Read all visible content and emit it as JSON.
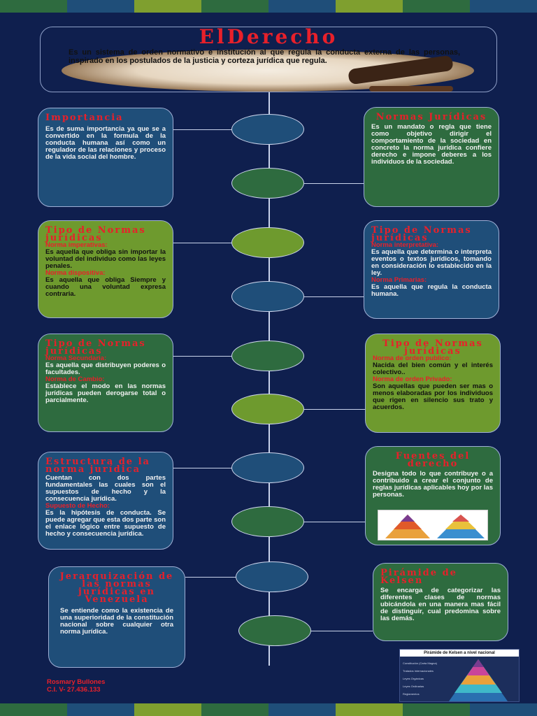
{
  "colors": {
    "background": "#0f1f4e",
    "accent_red": "#e8202a",
    "blue": "#1f4e79",
    "green": "#2e6b3f",
    "lime": "#6e9a2e"
  },
  "stripes": [
    "#2e6b3f",
    "#1f4e79",
    "#7f9f2f",
    "#2e6b3f",
    "#1f4e79",
    "#7f9f2f",
    "#2e6b3f",
    "#1f4e79"
  ],
  "header": {
    "title": "ElDerecho",
    "text": "Es un sistema de orden normativo e institución al que regula la conducta externa de las personas, inspirado en los postulados de la justicia y corteza jurídica que regula."
  },
  "cards": {
    "importancia": {
      "title": "Importancia",
      "text": "Es de suma importancia ya que se a convertido en la formula de la conducta humana así como un regulador de las relaciones y proceso de la vida social del hombre."
    },
    "normas": {
      "title": "Normas Jurídicas",
      "text": "Es un mandato o regla que tiene como objetivo dirigir el comportamiento de la sociedad en concreto la norma jurídica confiere derecho e impone deberes a los individuos de la sociedad."
    },
    "tipo1": {
      "title": "Tipo de Normas jurídicas",
      "sub1": "Norma imperativas:",
      "text1": "Es aquella que obliga sin importar la voluntad del individuo como las leyes penales.",
      "sub2": "Norma dispositiva:",
      "text2": "Es aquella que obliga Siempre y cuando una voluntad expresa contraria."
    },
    "tipo2": {
      "title": "Tipo de Normas jurídicas",
      "sub1": "Norma interpretativa:",
      "text1": "Es aquella que determina o interpreta eventos o textos jurídicos, tomando en consideración lo establecido en la ley.",
      "sub2": "Norma Primarias:",
      "text2": "Es aquella que regula la conducta humana."
    },
    "tipo3": {
      "title": "Tipo de Normas jurídicas",
      "sub1": "Norma Secundaria:",
      "text1": "Es aquella que distribuyen poderes o facultades.",
      "sub2": "Norma de Cambio:",
      "text2": "Establece el modo en las normas jurídicas pueden derogarse total o parcialmente."
    },
    "tipo4": {
      "title": "Tipo de Normas jurídicas",
      "sub1": "Norma de orden publico:",
      "text1": "Nacida del bien común y el interés colectivo..",
      "sub2": "Norma de orden Privado:",
      "text2": "Son aquellas que pueden ser mas o menos elaboradas por los individuos que rigen en silencio sus trato y acuerdos."
    },
    "estructura": {
      "title": "Estructura de la norma jurídica",
      "text1": "Cuentan con dos partes fundamentales las cuales son el supuestos de hecho y la consecuencia jurídica.",
      "sub": "Supuesto de Hecho:",
      "text2": "Es la hipótesis de conducta. Se puede agregar que esta dos parte son el enlace lógico entre supuesto de hecho y consecuencia jurídica."
    },
    "fuentes": {
      "title": "Fuentes del derecho",
      "text": "Designa todo lo que contribuye o a contribuido a crear el conjunto de reglas jurídicas aplicables hoy por las personas."
    },
    "jerarquizacion": {
      "title": "Jerarquización de las normas jurídicas en Venezuela",
      "text": "Se entiende como la existencia de una superioridad de la constitución nacional sobre cualquier otra norma jurídica."
    },
    "piramide": {
      "title": "Pirámide de Kelsen",
      "text": "Se encarga de categorizar las diferentes clases de normas ubicándola en una manera mas fácil de distinguir, cual predomina sobre las demás."
    }
  },
  "kelsen_image": {
    "title": "Pirámide de Kelsen a nivel nacional",
    "rows": [
      "Constitución (Carta Magna)",
      "Tratados Internacionales",
      "Leyes Orgánicas",
      "Leyes Ordinarias",
      "Reglamentos"
    ]
  },
  "footer": {
    "name": "Rosmary Bullones",
    "id": "C.I. V- 27.436.133"
  }
}
